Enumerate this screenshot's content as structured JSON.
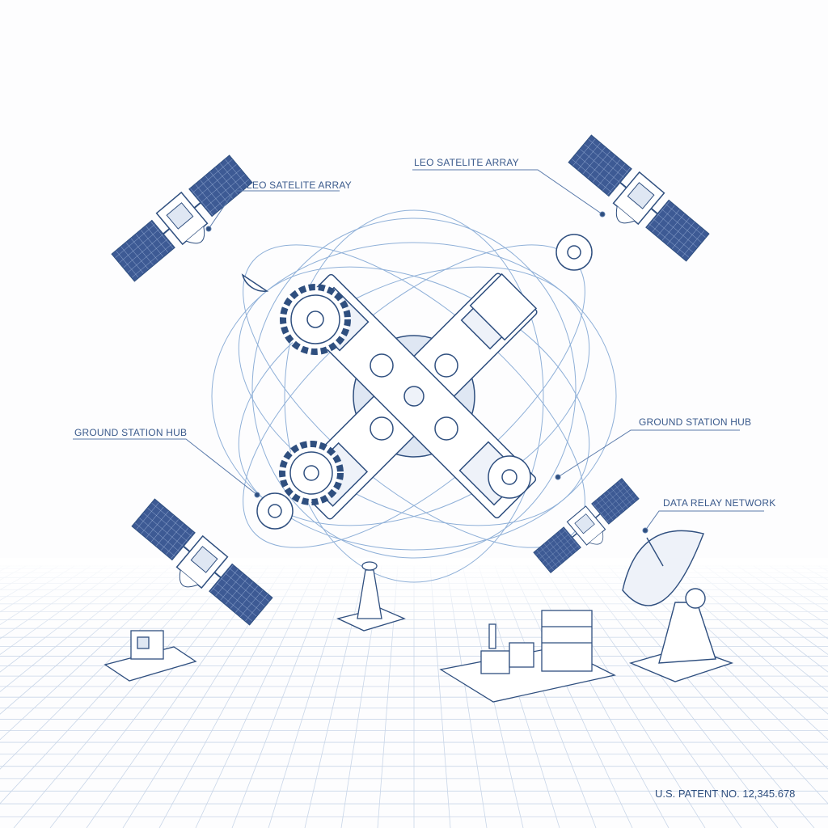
{
  "labels": {
    "leo_left": "LEO SATELITE ARRAY",
    "leo_right": "LEO SATELITE ARRAY",
    "ground_left": "GROUND STATION HUB",
    "ground_right": "GROUND STATION HUB",
    "data_relay": "DATA RELAY NETWORK"
  },
  "patent": "U.S. PATENT NO. 12,345.678",
  "colors": {
    "ink": "#2f4f7f",
    "panel": "#3d5a94",
    "orbit": "#8fb0d8",
    "grid": "#c9d6e8"
  },
  "icons": [
    "satellite-icon",
    "gear-icon",
    "dish-antenna-icon",
    "server-rack-icon",
    "beacon-icon"
  ]
}
